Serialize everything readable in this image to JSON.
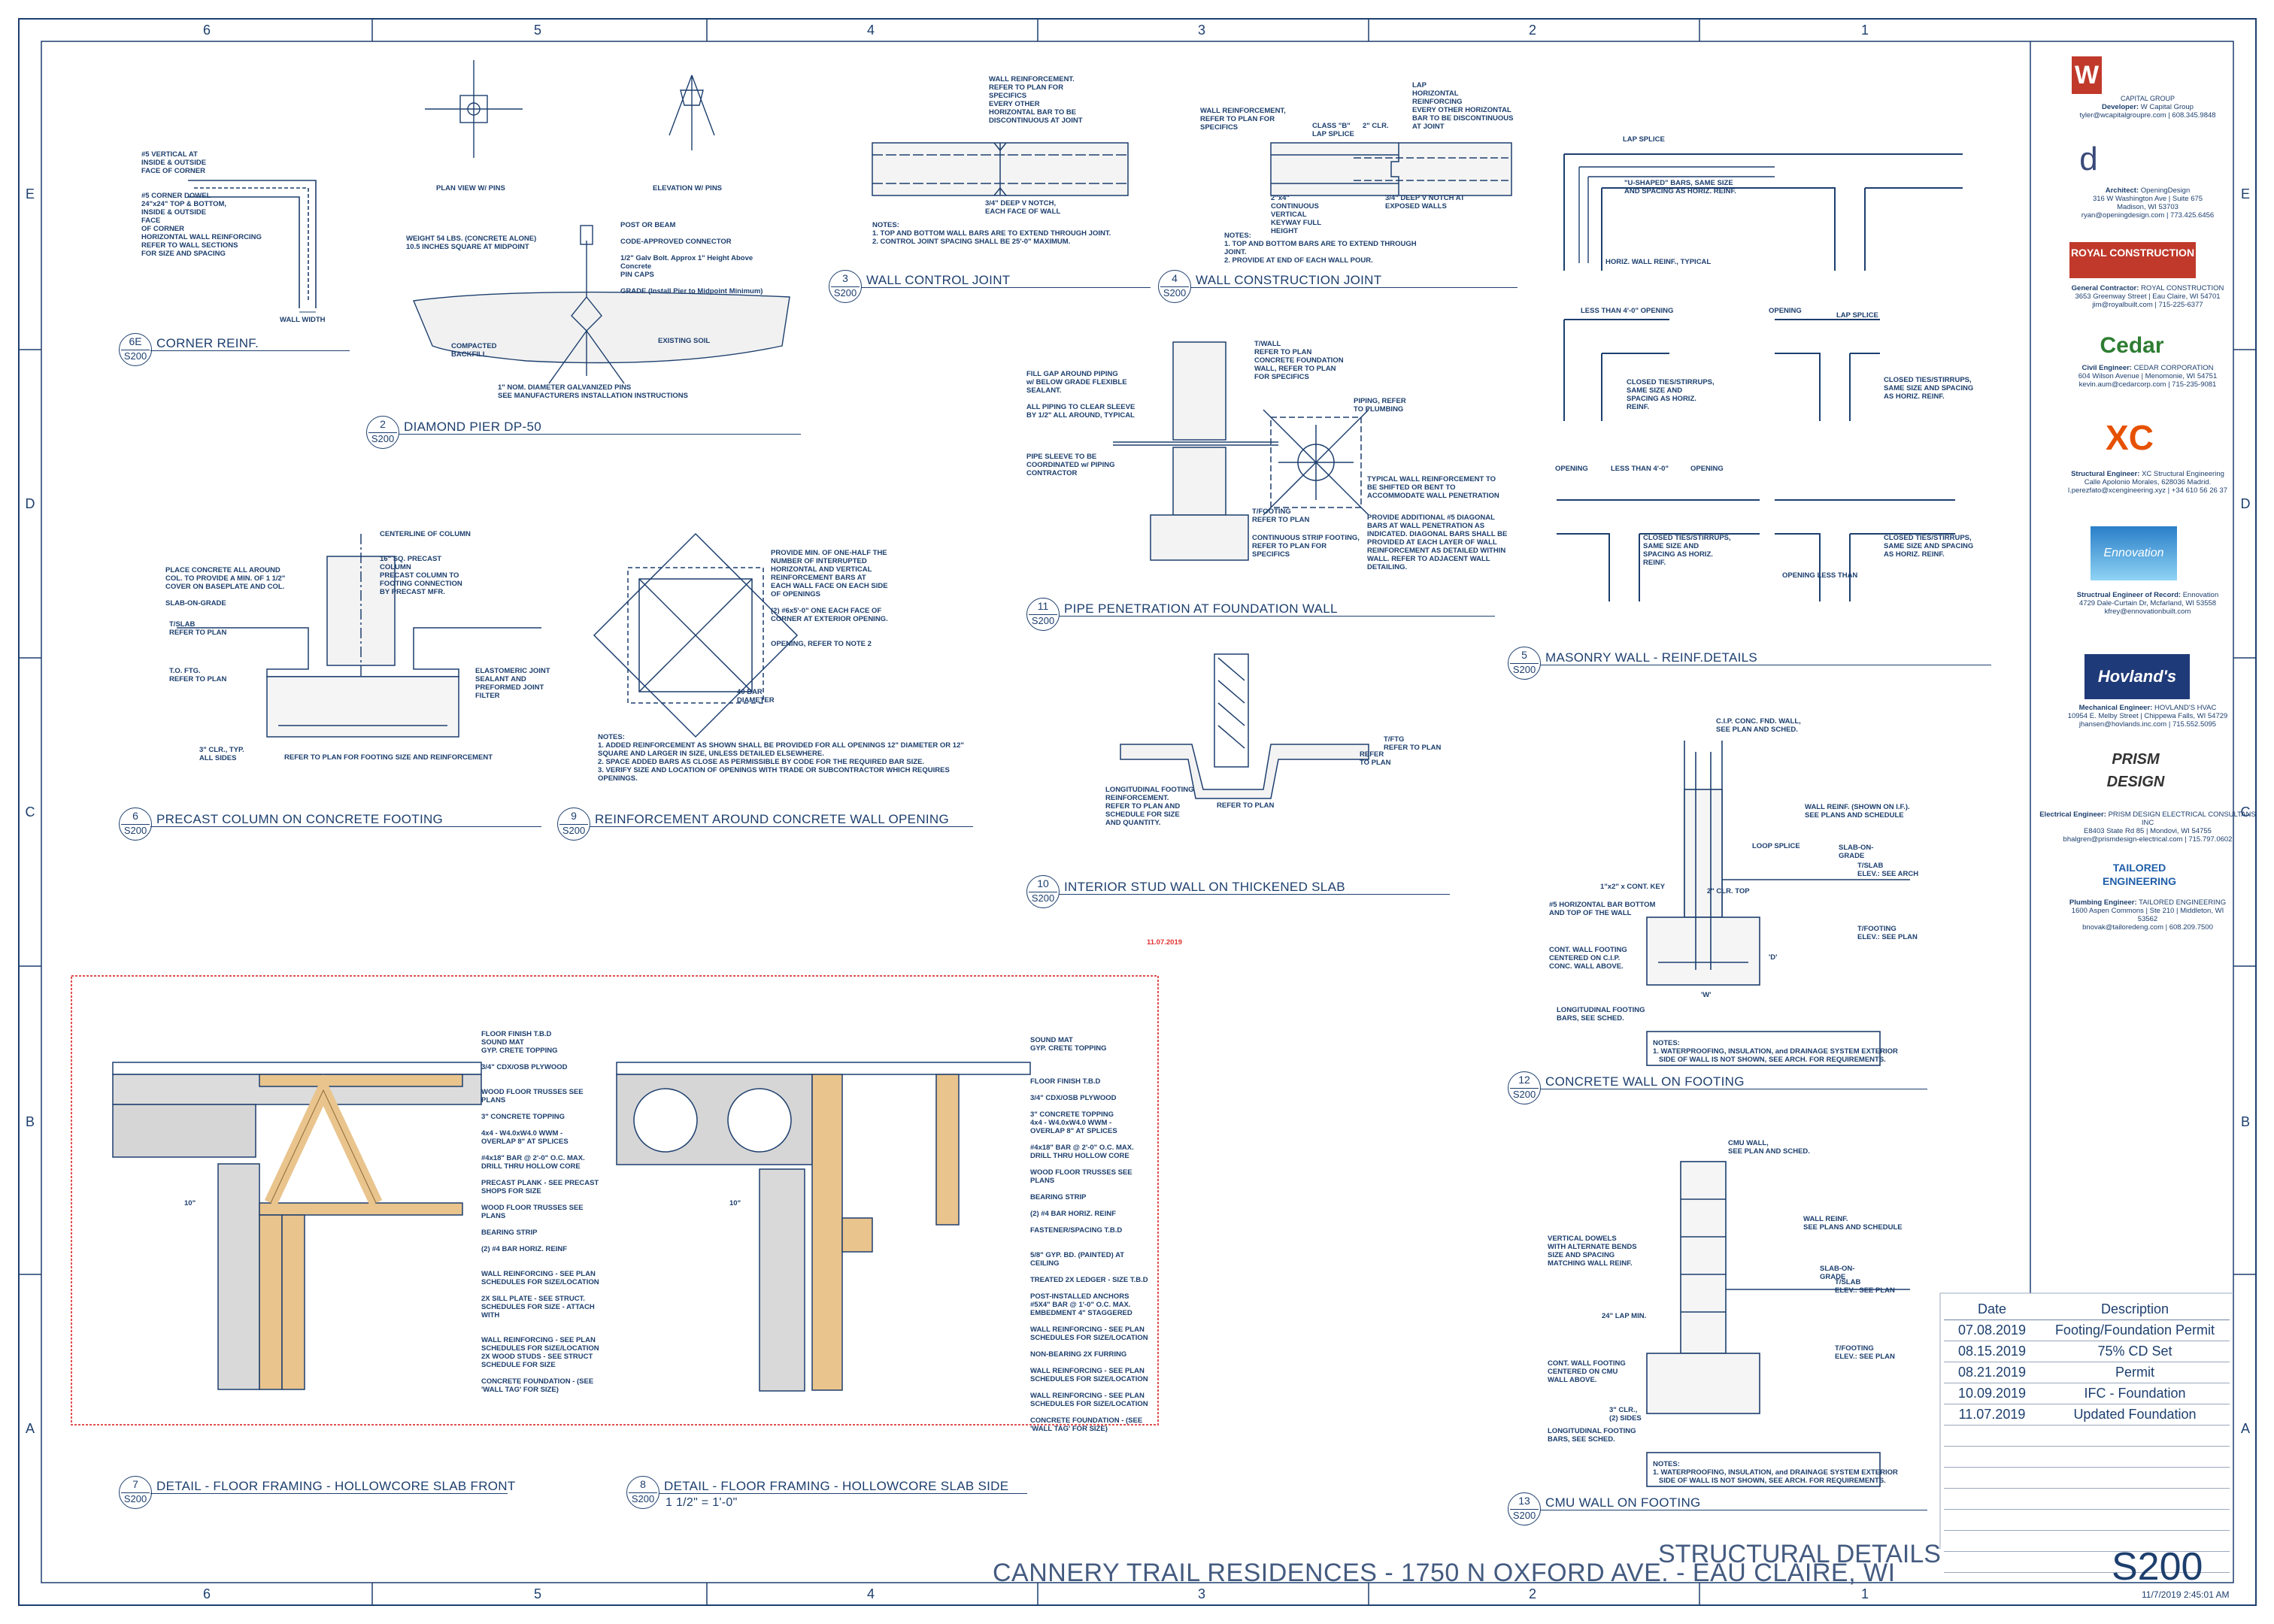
{
  "grid": {
    "columns": [
      "6",
      "5",
      "4",
      "3",
      "2",
      "1"
    ],
    "rows": [
      "E",
      "D",
      "C",
      "B",
      "A"
    ]
  },
  "details": [
    {
      "num": "6E",
      "sheet": "S200",
      "title": "CORNER REINF."
    },
    {
      "num": "2",
      "sheet": "S200",
      "title": "DIAMOND PIER DP-50"
    },
    {
      "num": "3",
      "sheet": "S200",
      "title": "WALL CONTROL JOINT"
    },
    {
      "num": "4",
      "sheet": "S200",
      "title": "WALL CONSTRUCTION JOINT"
    },
    {
      "num": "5",
      "sheet": "S200",
      "title": "MASONRY WALL - REINF.DETAILS"
    },
    {
      "num": "6",
      "sheet": "S200",
      "title": "PRECAST COLUMN ON CONCRETE FOOTING"
    },
    {
      "num": "9",
      "sheet": "S200",
      "title": "REINFORCEMENT AROUND CONCRETE WALL OPENING"
    },
    {
      "num": "11",
      "sheet": "S200",
      "title": "PIPE PENETRATION AT FOUNDATION WALL"
    },
    {
      "num": "10",
      "sheet": "S200",
      "title": "INTERIOR STUD WALL ON THICKENED SLAB"
    },
    {
      "num": "12",
      "sheet": "S200",
      "title": "CONCRETE WALL ON FOOTING"
    },
    {
      "num": "7",
      "sheet": "S200",
      "title": "DETAIL - FLOOR FRAMING - HOLLOWCORE SLAB FRONT"
    },
    {
      "num": "8",
      "sheet": "S200",
      "title": "DETAIL - FLOOR FRAMING - HOLLOWCORE SLAB SIDE",
      "scale": "1 1/2\" = 1'-0\""
    },
    {
      "num": "13",
      "sheet": "S200",
      "title": "CMU WALL ON FOOTING"
    }
  ],
  "labels": {
    "corner": "#5 VERTICAL AT\nINSIDE & OUTSIDE\nFACE OF CORNER\n\n\n#5 CORNER DOWEL\n24\"x24\" TOP & BOTTOM,\nINSIDE & OUTSIDE\nFACE\nOF CORNER\nHORIZONTAL WALL REINFORCING\nREFER TO WALL SECTIONS\nFOR SIZE AND SPACING",
    "corner_width": "WALL WIDTH",
    "pier_plan": "PLAN VIEW W/ PINS",
    "pier_elev": "ELEVATION W/ PINS",
    "pier_weight": "WEIGHT 54 LBS. (CONCRETE ALONE)\n10.5 INCHES SQUARE AT MIDPOINT",
    "pier_notes": "POST OR BEAM\n\nCODE-APPROVED CONNECTOR\n\n1/2\" Galv Bolt. Approx 1\" Height Above\nConcrete\nPIN CAPS\n\nGRADE (Install Pier to Midpoint Minimum)",
    "pier_soil": "EXISTING SOIL",
    "pier_backfill": "COMPACTED\nBACKFILL",
    "pier_pins": "1\" NOM. DIAMETER GALVANIZED PINS\nSEE MANUFACTURERS INSTALLATION INSTRUCTIONS",
    "control_joint": "WALL REINFORCEMENT.\nREFER TO PLAN FOR\nSPECIFICS\nEVERY OTHER\nHORIZONTAL BAR TO BE\nDISCONTINUOUS AT JOINT",
    "control_notch": "3/4\" DEEP V NOTCH,\nEACH FACE OF WALL",
    "control_notes": "NOTES:\n1. TOP AND BOTTOM WALL BARS ARE TO EXTEND THROUGH JOINT.\n2. CONTROL JOINT SPACING SHALL BE 25'-0\" MAXIMUM.",
    "constr_joint_left": "WALL REINFORCEMENT,\nREFER TO PLAN FOR\nSPECIFICS",
    "constr_joint_right": "LAP\nHORIZONTAL\nREINFORCING\nEVERY OTHER HORIZONTAL\nBAR TO BE DISCONTINUOUS\nAT JOINT",
    "constr_class": "CLASS \"B\"\nLAP SPLICE",
    "constr_clr": "2\" CLR.",
    "constr_keyway": "2\"x4\"\nCONTINUOUS\nVERTICAL\nKEYWAY FULL\nHEIGHT",
    "constr_notch": "3/4\" DEEP V NOTCH AT\nEXPOSED WALLS",
    "constr_notes": "NOTES:\n1. TOP AND BOTTOM BARS ARE TO EXTEND THROUGH\nJOINT.\n2. PROVIDE AT END OF EACH WALL POUR.",
    "masonry_lap": "LAP SPLICE",
    "masonry_u": "\"U-SHAPED\" BARS, SAME SIZE\nAND SPACING AS HORIZ. REINF.",
    "masonry_horiz": "HORIZ. WALL REINF., TYPICAL",
    "masonry_lt4": "LESS THAN 4'-0\" OPENING",
    "masonry_opening": "OPENING",
    "masonry_closed": "CLOSED TIES/STIRRUPS,\nSAME SIZE AND\nSPACING AS HORIZ.\nREINF.",
    "masonry_closed2": "CLOSED TIES/STIRRUPS,\nSAME SIZE AND SPACING\nAS HORIZ. REINF.",
    "masonry_lt4b": "LESS THAN 4'-0\"",
    "masonry_lessthan": "OPENING LESS THAN",
    "precast": "CENTERLINE OF COLUMN\n\n\n16\" SQ. PRECAST\nCOLUMN\nPRECAST COLUMN TO\nFOOTING CONNECTION\nBY PRECAST MFR.",
    "precast_left": "PLACE CONCRETE ALL AROUND\nCOL. TO PROVIDE A MIN. OF 1 1/2\"\nCOVER ON BASEPLATE AND COL.\n\nSLAB-ON-GRADE",
    "precast_tslab": "T/SLAB\nREFER TO PLAN",
    "precast_tftg": "T.O. FTG.\nREFER TO PLAN",
    "precast_joint": "ELASTOMERIC JOINT\nSEALANT AND\nPREFORMED JOINT\nFILTER",
    "precast_clr": "3\" CLR., TYP.\nALL SIDES",
    "precast_refer": "REFER TO PLAN FOR FOOTING SIZE AND REINFORCEMENT",
    "opening_right": "PROVIDE MIN. OF ONE-HALF THE\nNUMBER OF INTERRUPTED\nHORIZONTAL AND VERTICAL\nREINFORCEMENT BARS AT\nEACH WALL FACE ON EACH SIDE\nOF OPENINGS\n\n(2) #6x5'-0\" ONE EACH FACE OF\nCORNER AT EXTERIOR OPENING.\n\n\nOPENING, REFER TO NOTE 2",
    "opening_dia": "40 BAR\nDIAMETER",
    "opening_notes": "NOTES:\n1. ADDED REINFORCEMENT AS SHOWN SHALL BE PROVIDED FOR ALL OPENINGS 12\" DIAMETER OR 12\"\nSQUARE AND LARGER IN SIZE, UNLESS DETAILED ELSEWHERE.\n2. SPACE ADDED BARS AS CLOSE AS PERMISSIBLE BY CODE FOR THE REQUIRED BAR SIZE.\n3. VERIFY SIZE AND LOCATION OF OPENINGS WITH TRADE OR SUBCONTRACTOR WHICH REQUIRES\nOPENINGS.",
    "pipe_left": "FILL GAP AROUND PIPING\nw/ BELOW GRADE FLEXIBLE\nSEALANT.\n\nALL PIPING TO CLEAR SLEEVE\nBY 1/2\" ALL AROUND, TYPICAL\n\n\n\n\nPIPE SLEEVE TO BE\nCOORDINATED w/ PIPING\nCONTRACTOR",
    "pipe_right": "T/WALL\nREFER TO PLAN\nCONCRETE FOUNDATION\nWALL, REFER TO PLAN\nFOR SPECIFICS",
    "pipe_piping": "PIPING, REFER\nTO PLUMBING",
    "pipe_typical": "TYPICAL WALL REINFORCEMENT TO\nBE SHIFTED OR BENT TO\nACCOMMODATE WALL PENETRATION",
    "pipe_tfooting": "T/FOOTING\nREFER TO PLAN",
    "pipe_strip": "CONTINUOUS STRIP FOOTING,\nREFER TO PLAN FOR\nSPECIFICS",
    "pipe_diag": "PROVIDE ADDITIONAL #5 DIAGONAL\nBARS AT WALL PENETRATION AS\nINDICATED. DIAGONAL BARS SHALL BE\nPROVIDED AT EACH LAYER OF WALL\nREINFORCEMENT AS DETAILED WITHIN\nWALL. REFER TO ADJACENT WALL\nDETAILING.",
    "stud_left": "LONGITUDINAL FOOTING\nREINFORCEMENT.\nREFER TO PLAN AND\nSCHEDULE FOR SIZE\nAND QUANTITY.",
    "stud_tftg": "T/FTG\nREFER TO PLAN",
    "stud_refer": "REFER TO PLAN",
    "stud_refer2": "REFER\nTO PLAN",
    "cw_top": "C.I.P. CONC. FND. WALL,\nSEE PLAN AND SCHED.",
    "cw_reinf": "WALL REINF. (SHOWN ON I.F.).\nSEE PLANS AND SCHEDULE",
    "cw_lapsplice": "LOOP SPLICE",
    "cw_slab": "SLAB-ON-\nGRADE",
    "cw_tslab": "T/SLAB\nELEV.: SEE ARCH",
    "cw_key": "1\"x2\" x CONT. KEY",
    "cw_bar": "#5 HORIZONTAL BAR BOTTOM\nAND TOP OF THE WALL",
    "cw_clr": "2\" CLR. TOP",
    "cw_tfooting": "T/FOOTING\nELEV.: SEE PLAN",
    "cw_cont": "CONT. WALL FOOTING\nCENTERED ON C.I.P.\nCONC. WALL ABOVE.",
    "cw_long": "LONGITUDINAL FOOTING\nBARS, SEE SCHED.",
    "cw_w": "'W'",
    "cw_d": "'D'",
    "cw_notes": "NOTES:\n1. WATERPROOFING, INSULATION, and DRAINAGE SYSTEM EXTERIOR\n   SIDE OF WALL IS NOT SHOWN, SEE ARCH. FOR REQUIREMENTS.",
    "cmu_top": "CMU WALL,\nSEE PLAN AND SCHED.",
    "cmu_reinf": "WALL REINF.\nSEE PLANS AND SCHEDULE",
    "cmu_vert": "VERTICAL DOWELS\nWITH ALTERNATE BENDS\nSIZE AND SPACING\nMATCHING WALL REINF.",
    "cmu_slab": "SLAB-ON-\nGRADE",
    "cmu_tslab": "T/SLAB\nELEV.: SEE PLAN",
    "cmu_lap": "24\" LAP MIN.",
    "cmu_tfooting": "T/FOOTING\nELEV.: SEE PLAN",
    "cmu_cont": "CONT. WALL FOOTING\nCENTERED ON CMU\nWALL ABOVE.",
    "cmu_clr": "3\" CLR.,\n(2) SIDES",
    "cmu_long": "LONGITUDINAL FOOTING\nBARS, SEE SCHED.",
    "cmu_notes": "NOTES:\n1. WATERPROOFING, INSULATION, and DRAINAGE SYSTEM EXTERIOR\n   SIDE OF WALL IS NOT SHOWN, SEE ARCH. FOR REQUIREMENTS.",
    "hc_front": "FLOOR FINISH T.B.D\nSOUND MAT\nGYP. CRETE TOPPING\n\n3/4\" CDX/OSB PLYWOOD\n\n\nWOOD FLOOR TRUSSES SEE\nPLANS\n\n3\" CONCRETE TOPPING\n\n4x4 - W4.0xW4.0 WWM -\nOVERLAP 8\" AT SPLICES\n\n#4x18\" BAR @ 2'-0\" O.C. MAX.\nDRILL THRU HOLLOW CORE\n\nPRECAST PLANK - SEE PRECAST\nSHOPS FOR SIZE\n\nWOOD FLOOR TRUSSES SEE\nPLANS\n\nBEARING STRIP\n\n(2) #4 BAR HORIZ. REINF\n\n\nWALL REINFORCING - SEE PLAN\nSCHEDULES FOR SIZE/LOCATION\n\n2X SILL PLATE - SEE STRUCT.\nSCHEDULES FOR SIZE - ATTACH\nWITH\n\n\nWALL REINFORCING - SEE PLAN\nSCHEDULES FOR SIZE/LOCATION\n2X WOOD STUDS - SEE STRUCT\nSCHEDULE FOR SIZE\n\nCONCRETE FOUNDATION - (SEE\n'WALL TAG' FOR SIZE)",
    "hc_side": "SOUND MAT\nGYP. CRETE TOPPING\n\n\n\nFLOOR FINISH T.B.D\n\n3/4\" CDX/OSB PLYWOOD\n\n3\" CONCRETE TOPPING\n4x4 - W4.0xW4.0 WWM -\nOVERLAP 8\" AT SPLICES\n\n#4x18\" BAR @ 2'-0\" O.C. MAX.\nDRILL THRU HOLLOW CORE\n\nWOOD FLOOR TRUSSES SEE\nPLANS\n\nBEARING STRIP\n\n(2) #4 BAR HORIZ. REINF\n\nFASTENER/SPACING T.B.D\n\n\n5/8\" GYP. BD. (PAINTED) AT\nCEILING\n\nTREATED 2X LEDGER - SIZE T.B.D\n\nPOST-INSTALLED ANCHORS\n#5X4\" BAR @ 1'-0\" O.C. MAX.\nEMBEDMENT 4\" STAGGERED\n\nWALL REINFORCING - SEE PLAN\nSCHEDULES FOR SIZE/LOCATION\n\nNON-BEARING 2X FURRING\n\nWALL REINFORCING - SEE PLAN\nSCHEDULES FOR SIZE/LOCATION\n\nWALL REINFORCING - SEE PLAN\nSCHEDULES FOR SIZE/LOCATION\n\nCONCRETE FOUNDATION - (SEE\n'WALL TAG' FOR SIZE)",
    "hc_dim": "10\"",
    "cloud_tag": "11.07.2019"
  },
  "consultants": [
    {
      "logo": "CAPITAL GROUP",
      "role": "Developer:",
      "name": "W Capital Group",
      "contact": "tyler@wcapitalgroupre.com | 608.345.9848"
    },
    {
      "logo": "d",
      "role": "Architect:",
      "name": "OpeningDesign",
      "address": "316 W Washington Ave | Suite 675\nMadison, WI 53703",
      "contact": "ryan@openingdesign.com | 773.425.6456"
    },
    {
      "logo": "ROYAL CONSTRUCTION",
      "role": "General Contractor:",
      "name": "ROYAL CONSTRUCTION",
      "address": "3653 Greenway Street | Eau Claire, WI 54701",
      "contact": "jim@royalbuilt.com | 715-225-6377"
    },
    {
      "logo": "Cedar",
      "role": "Civil Engineer:",
      "name": "CEDAR CORPORATION",
      "address": "604 Wilson Avenue | Menomonie, WI 54751",
      "contact": "kevin.aum@cedarcorp.com | 715-235-9081"
    },
    {
      "logo": "XC",
      "role": "Structural Engineer:",
      "name": "XC Structural Engineering",
      "address": "Calle Apolonio Morales, 628036 Madrid.",
      "contact": "l.perezfato@xcengineering.xyz | +34 610 56 26 37"
    },
    {
      "logo": "Ennovation",
      "role": "Structrual Engineer of Record:",
      "name": "Ennovation",
      "address": "4729 Dale-Curtain Dr, Mcfarland, WI 53558",
      "contact": "kfrey@ennovationbuilt.com"
    },
    {
      "logo": "Hovland's",
      "role": "Mechanical Engineer:",
      "name": "HOVLAND'S HVAC",
      "address": "10954 E. Melby Street | Chippewa Falls, WI 54729",
      "contact": "jhansen@hovlands.inc.com | 715.552.5095"
    },
    {
      "logo": "PRISM DESIGN",
      "role": "Electrical Engineer:",
      "name": "PRISM DESIGN ELECTRICAL CONSULTANS INC",
      "address": "E8403 State Rd 85 | Mondovi, WI 54755",
      "contact": "bhalgren@prismdesign-electrical.com | 715.797.0602"
    },
    {
      "logo": "TAILORED ENGINEERING",
      "role": "Plumbing Engineer:",
      "name": "TAILORED ENGINEERING",
      "address": "1600 Aspen Commons | Ste 210 | Middleton, WI\n53562",
      "contact": "bnovak@tailoredeng.com | 608.209.7500"
    }
  ],
  "revisions": {
    "headers": [
      "Date",
      "Description"
    ],
    "rows": [
      [
        "07.08.2019",
        "Footing/Foundation Permit"
      ],
      [
        "08.15.2019",
        "75% CD Set"
      ],
      [
        "08.21.2019",
        "Permit"
      ],
      [
        "10.09.2019",
        "IFC - Foundation"
      ],
      [
        "11.07.2019",
        "Updated Foundation"
      ]
    ]
  },
  "title_block": {
    "sheet_title": "STRUCTURAL DETAILS",
    "project": "CANNERY TRAIL RESIDENCES -  1750 N OXFORD AVE. -  EAU CLAIRE, WI",
    "sheet_number": "S200",
    "timestamp": "11/7/2019 2:45:01 AM"
  }
}
